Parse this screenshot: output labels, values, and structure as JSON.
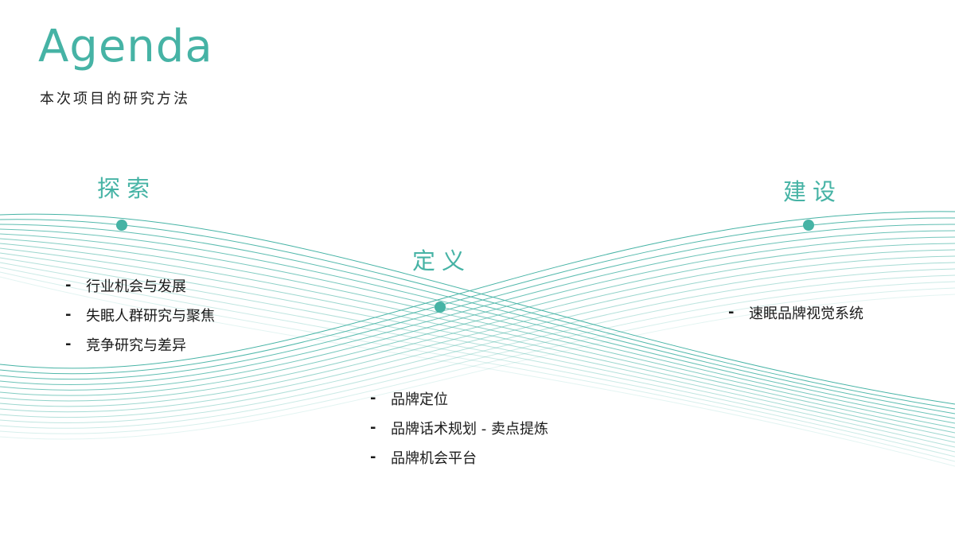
{
  "header": {
    "title": "Agenda",
    "subtitle": "本次项目的研究方法"
  },
  "colors": {
    "accent": "#46b3a5",
    "text": "#1a1a1a"
  },
  "phases": [
    {
      "label": "探索",
      "items": [
        "行业机会与发展",
        "失眠人群研究与聚焦",
        "竞争研究与差异"
      ]
    },
    {
      "label": "定义",
      "items": [
        "品牌定位",
        "品牌话术规划 - 卖点提炼",
        "品牌机会平台"
      ]
    },
    {
      "label": "建设",
      "items": [
        "速眠品牌视觉系统"
      ]
    }
  ],
  "bullet_marker": "-"
}
